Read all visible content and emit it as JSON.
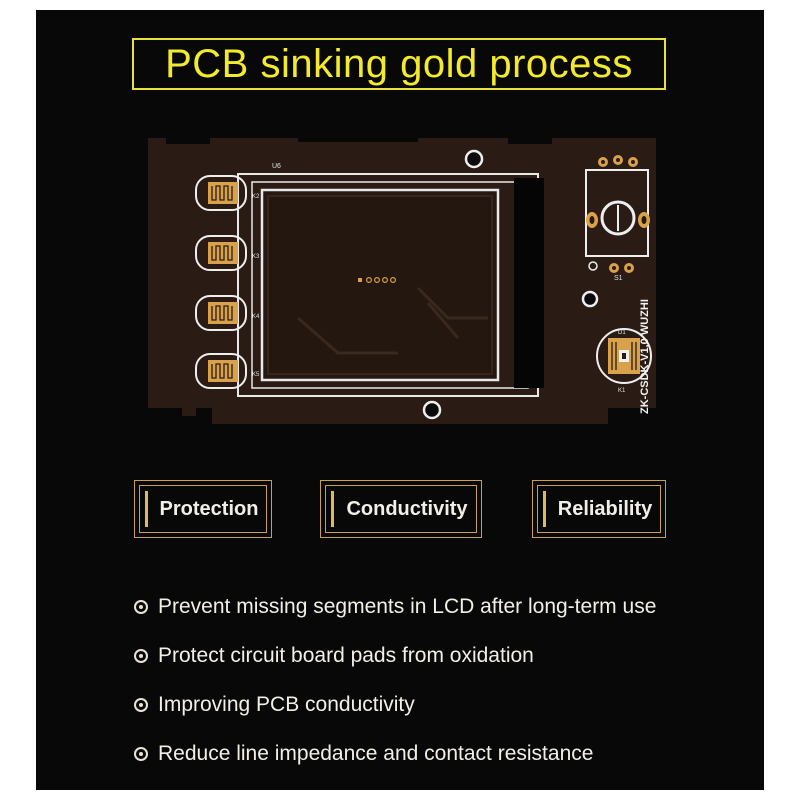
{
  "title": "PCB sinking gold process",
  "pcb": {
    "silkscreen": {
      "u6": "U6",
      "k2": "K2",
      "k3": "K3",
      "k4": "K4",
      "k5": "K5",
      "s1": "S1",
      "d1": "D1",
      "k1": "K1",
      "board_id": "ZK-CSDK-V1.0 WUZHI"
    }
  },
  "features": [
    {
      "label": "Protection"
    },
    {
      "label": "Conductivity"
    },
    {
      "label": "Reliability"
    }
  ],
  "bullets": [
    {
      "text": "Prevent missing segments in LCD after long-term use"
    },
    {
      "text": "Protect circuit board pads from oxidation"
    },
    {
      "text": "Improving PCB conductivity"
    },
    {
      "text": "Reduce line impedance and contact resistance"
    }
  ],
  "colors": {
    "background": "#080808",
    "title": "#f3ea2c",
    "gold": "#d9a14a",
    "board": "#2a1c14",
    "silkscreen": "#f2f2f2"
  }
}
